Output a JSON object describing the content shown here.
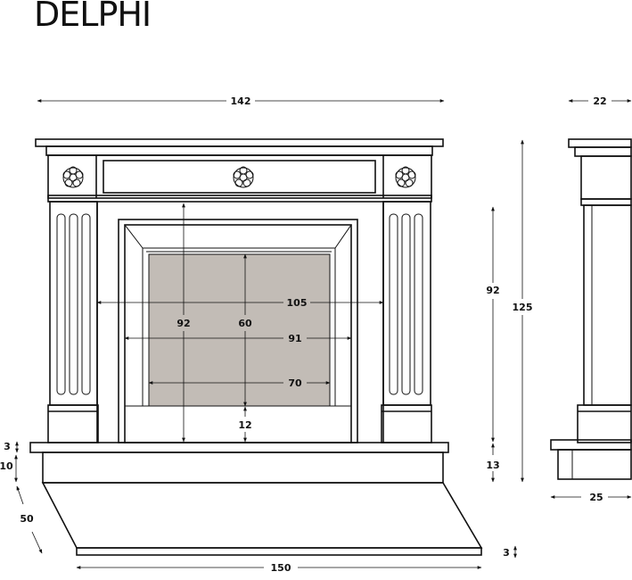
{
  "title": "DELPHI",
  "fill_color": "#c2bcb6",
  "dimensions": {
    "total_width": "142",
    "depth_top": "22",
    "total_height": "125",
    "opening_height_outer": "92",
    "side_height": "92",
    "inner_height": "60",
    "frame_width": "105",
    "opening_width": "91",
    "back_width": "70",
    "bottom_gap": "12",
    "plinth_height": "13",
    "hearth_width": "150",
    "hearth_top_thickness": "3",
    "hearth_step": "10",
    "hearth_depth": "50",
    "hearth_thickness": "3",
    "depth_bottom": "25"
  }
}
